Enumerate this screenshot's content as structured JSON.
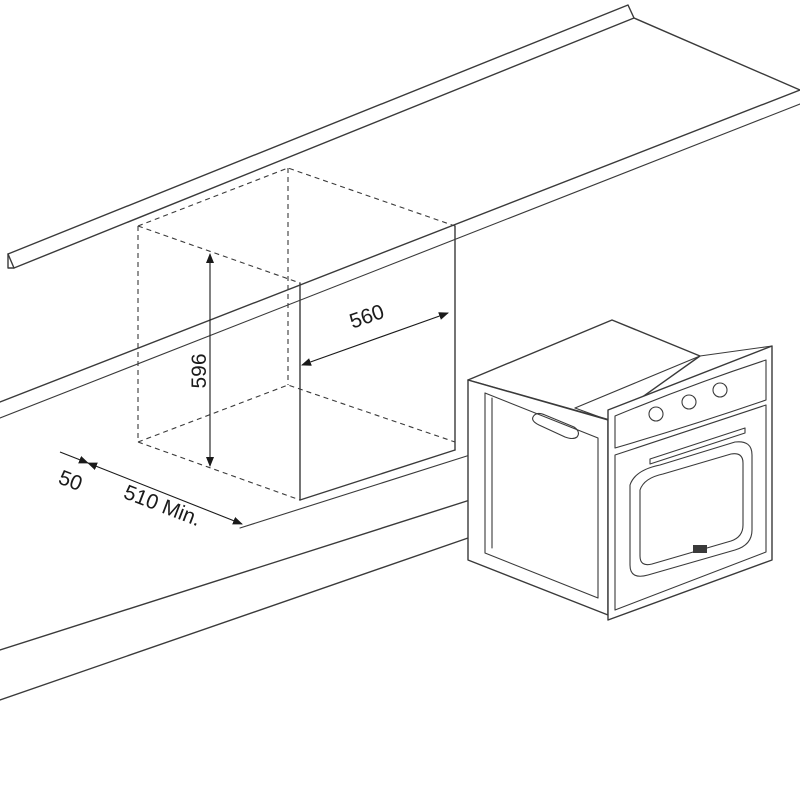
{
  "dimensions": {
    "height": "596",
    "width": "560",
    "depth_min": "510 Min.",
    "gap": "50"
  },
  "colors": {
    "line": "#3a3a3a",
    "dimension": "#1a1a1a",
    "background": "#ffffff"
  }
}
